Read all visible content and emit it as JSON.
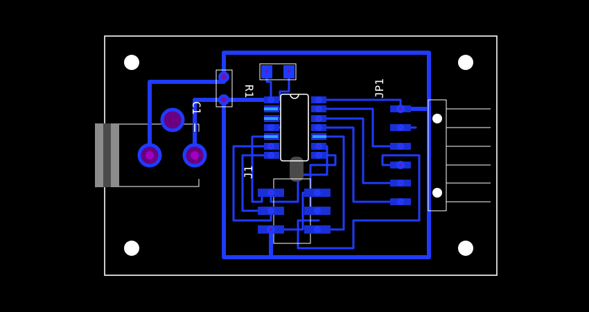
{
  "designators": {
    "r1": "R1",
    "c1": "C1",
    "j1": "J1",
    "jp1": "JP1"
  },
  "colors": {
    "background": "#000000",
    "copper": "#1f3bff",
    "pad_center": "#7a0fa8",
    "silkscreen": "#ffffff"
  },
  "icons": {
    "mount_hole": "mount-hole-icon",
    "via": "via-icon"
  }
}
